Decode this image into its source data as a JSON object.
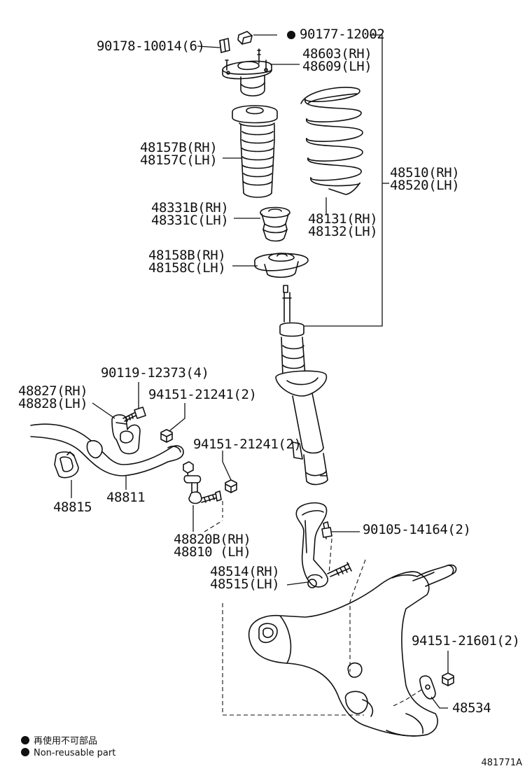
{
  "parts": {
    "p1": "90178-10014(6)",
    "p2": "90177-12002",
    "p3a": "48603(RH)",
    "p3b": "48609(LH)",
    "p4a": "48157B(RH)",
    "p4b": "48157C(LH)",
    "p5a": "48510(RH)",
    "p5b": "48520(LH)",
    "p6a": "48331B(RH)",
    "p6b": "48331C(LH)",
    "p7a": "48131(RH)",
    "p7b": "48132(LH)",
    "p8a": "48158B(RH)",
    "p8b": "48158C(LH)",
    "p9": "90119-12373(4)",
    "p10a": "48827(RH)",
    "p10b": "48828(LH)",
    "p11": "94151-21241(2)",
    "p12": "94151-21241(2)",
    "p13": "48815",
    "p14": "48811",
    "p15a": "48820B(RH)",
    "p15b": "48810 (LH)",
    "p16": "90105-14164(2)",
    "p17a": "48514(RH)",
    "p17b": "48515(LH)",
    "p18": "94151-21601(2)",
    "p19": "48534"
  },
  "legend": {
    "jp": "再使用不可部品",
    "en": "Non-reusable part"
  },
  "code": "481771A"
}
